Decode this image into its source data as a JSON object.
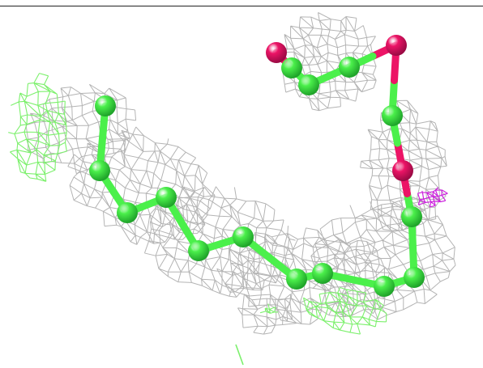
{
  "scene": {
    "background": "#ffffff",
    "border_color": "#222222",
    "colors": {
      "density_mesh": "#b4b4b4",
      "positive_difference_mesh": "#7cf06c",
      "negative_difference_mesh": "#cc22dd",
      "carbon": "#4bf04b",
      "oxygen": "#ec1466"
    },
    "molecule": {
      "representation": "ball-and-stick",
      "atom_count": 18,
      "element_counts": {
        "carbon": 15,
        "oxygen": 3
      }
    }
  }
}
